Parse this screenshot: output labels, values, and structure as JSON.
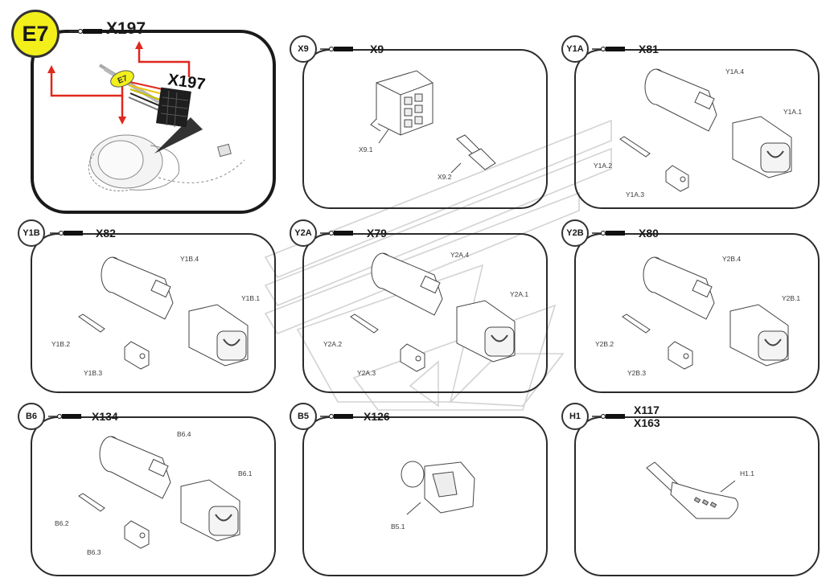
{
  "panels": [
    {
      "id": "E7",
      "badge": "E7",
      "codes": [
        "X197"
      ],
      "parts": []
    },
    {
      "id": "X9",
      "badge": "X9",
      "codes": [
        "X9"
      ],
      "parts": [
        "X9.1",
        "X9.2"
      ]
    },
    {
      "id": "Y1A",
      "badge": "Y1A",
      "codes": [
        "X81"
      ],
      "parts": [
        "Y1A.4",
        "Y1A.1",
        "Y1A.2",
        "Y1A.3"
      ]
    },
    {
      "id": "Y1B",
      "badge": "Y1B",
      "codes": [
        "X82"
      ],
      "parts": [
        "Y1B.4",
        "Y1B.1",
        "Y1B.2",
        "Y1B.3"
      ]
    },
    {
      "id": "Y2A",
      "badge": "Y2A",
      "codes": [
        "X79"
      ],
      "parts": [
        "Y2A.4",
        "Y2A.1",
        "Y2A.2",
        "Y2A.3"
      ]
    },
    {
      "id": "Y2B",
      "badge": "Y2B",
      "codes": [
        "X80"
      ],
      "parts": [
        "Y2B.4",
        "Y2B.1",
        "Y2B.2",
        "Y2B.3"
      ]
    },
    {
      "id": "B6",
      "badge": "B6",
      "codes": [
        "X134"
      ],
      "parts": [
        "B6.4",
        "B6.1",
        "B6.2",
        "B6.3"
      ]
    },
    {
      "id": "B5",
      "badge": "B5",
      "codes": [
        "X126"
      ],
      "parts": [
        "B5.1"
      ]
    },
    {
      "id": "H1",
      "badge": "H1",
      "codes": [
        "X117",
        "X163"
      ],
      "parts": [
        "H1.1"
      ]
    }
  ],
  "e7_illustration": {
    "tag": "E7",
    "code": "X197"
  },
  "colors": {
    "highlight_badge": "#f3ef1a",
    "arrows": "#e0281e",
    "outline": "#2a2a2a"
  }
}
